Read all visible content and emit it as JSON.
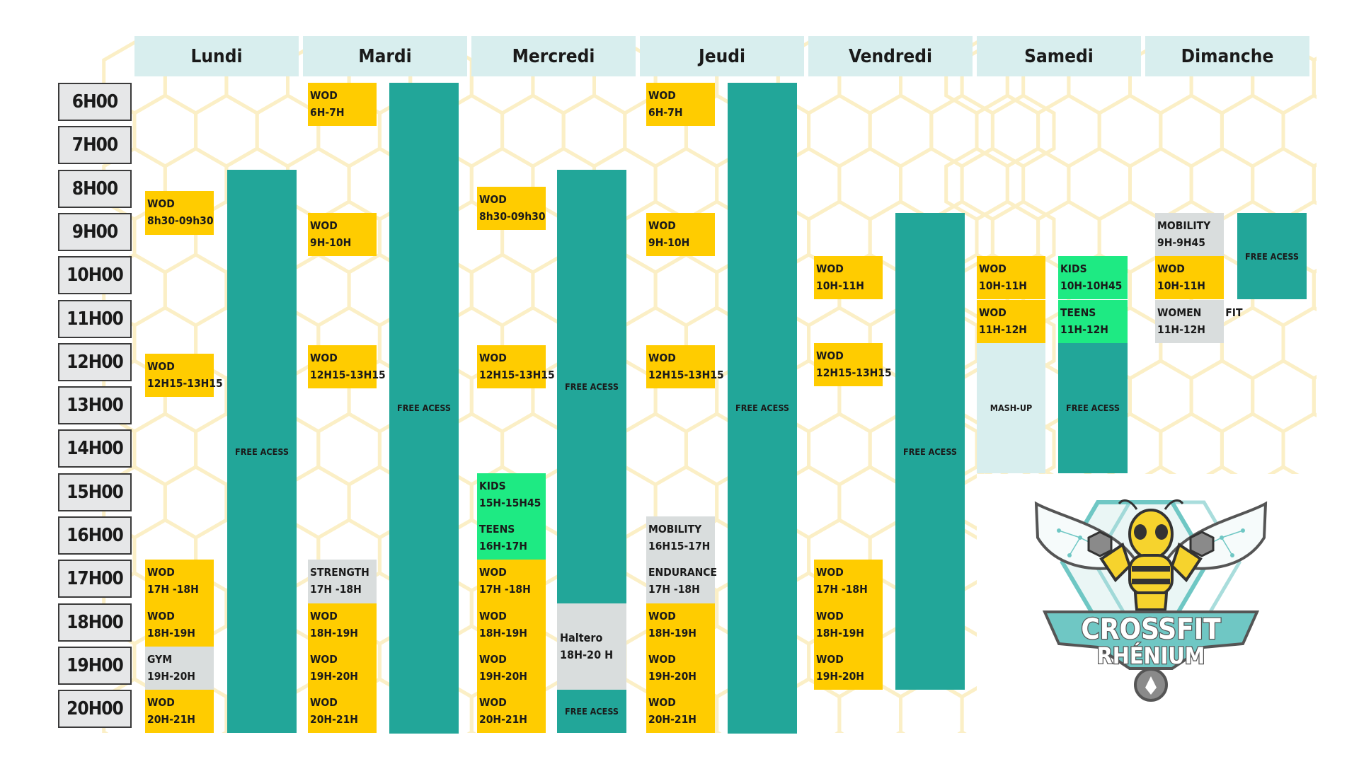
{
  "days": [
    "Lundi",
    "Mardi",
    "Mercredi",
    "Jeudi",
    "Vendredi",
    "Samedi",
    "Dimanche"
  ],
  "times": [
    "6H00",
    "7H00",
    "8H00",
    "9H00",
    "10H00",
    "11H00",
    "12H00",
    "13H00",
    "14H00",
    "15H00",
    "16H00",
    "17H00",
    "18H00",
    "19H00",
    "20H00"
  ],
  "blocks": [
    {
      "day": 0,
      "slot": 0,
      "start": 2.5,
      "end": 3.5,
      "category": "wod",
      "lines": [
        "WOD",
        "8h30-09h30"
      ]
    },
    {
      "day": 0,
      "slot": 1,
      "start": 2.0,
      "end": 15.0,
      "category": "free",
      "lines": [
        "FREE ACESS"
      ]
    },
    {
      "day": 0,
      "slot": 0,
      "start": 6.25,
      "end": 7.25,
      "category": "wod",
      "lines": [
        "WOD",
        "12H15-13H15"
      ]
    },
    {
      "day": 0,
      "slot": 0,
      "start": 11,
      "end": 12,
      "category": "wod",
      "lines": [
        "WOD",
        "17H -18H"
      ]
    },
    {
      "day": 0,
      "slot": 0,
      "start": 12,
      "end": 13,
      "category": "wod",
      "lines": [
        "WOD",
        "18H-19H"
      ]
    },
    {
      "day": 0,
      "slot": 0,
      "start": 13,
      "end": 14,
      "category": "grey",
      "lines": [
        "GYM",
        "19H-20H"
      ]
    },
    {
      "day": 0,
      "slot": 0,
      "start": 14,
      "end": 15,
      "category": "wod",
      "lines": [
        "WOD",
        "20H-21H"
      ]
    },
    {
      "day": 1,
      "slot": 0,
      "start": 0,
      "end": 1,
      "category": "wod",
      "lines": [
        "WOD",
        "6H-7H"
      ]
    },
    {
      "day": 1,
      "slot": 1,
      "start": 0,
      "end": 15,
      "category": "free",
      "lines": [
        "FREE ACESS"
      ]
    },
    {
      "day": 1,
      "slot": 0,
      "start": 3,
      "end": 4,
      "category": "wod",
      "lines": [
        "WOD",
        "9H-10H"
      ]
    },
    {
      "day": 1,
      "slot": 0,
      "start": 6.05,
      "end": 7.05,
      "category": "wod",
      "lines": [
        "WOD",
        "12H15-13H15"
      ]
    },
    {
      "day": 1,
      "slot": 0,
      "start": 11,
      "end": 12,
      "category": "grey",
      "lines": [
        "STRENGTH",
        "17H -18H"
      ]
    },
    {
      "day": 1,
      "slot": 0,
      "start": 12,
      "end": 13,
      "category": "wod",
      "lines": [
        "WOD",
        "18H-19H"
      ]
    },
    {
      "day": 1,
      "slot": 0,
      "start": 13,
      "end": 14,
      "category": "wod",
      "lines": [
        "WOD",
        "19H-20H"
      ]
    },
    {
      "day": 1,
      "slot": 0,
      "start": 14,
      "end": 15,
      "category": "wod",
      "lines": [
        "WOD",
        "20H-21H"
      ]
    },
    {
      "day": 2,
      "slot": 0,
      "start": 2.4,
      "end": 3.4,
      "category": "wod",
      "lines": [
        "WOD",
        "8h30-09h30"
      ]
    },
    {
      "day": 2,
      "slot": 1,
      "start": 2.0,
      "end": 12.0,
      "category": "free",
      "lines": [
        "FREE ACESS"
      ]
    },
    {
      "day": 2,
      "slot": 0,
      "start": 6.05,
      "end": 7.05,
      "category": "wod",
      "lines": [
        "WOD",
        "12H15-13H15"
      ]
    },
    {
      "day": 2,
      "slot": 0,
      "start": 9,
      "end": 10,
      "category": "kids",
      "lines": [
        "KIDS",
        "15H-15H45"
      ]
    },
    {
      "day": 2,
      "slot": 0,
      "start": 10,
      "end": 11,
      "category": "kids",
      "lines": [
        "TEENS",
        "16H-17H"
      ]
    },
    {
      "day": 2,
      "slot": 0,
      "start": 11,
      "end": 12,
      "category": "wod",
      "lines": [
        "WOD",
        "17H -18H"
      ]
    },
    {
      "day": 2,
      "slot": 0,
      "start": 12,
      "end": 13,
      "category": "wod",
      "lines": [
        "WOD",
        "18H-19H"
      ]
    },
    {
      "day": 2,
      "slot": 0,
      "start": 13,
      "end": 14,
      "category": "wod",
      "lines": [
        "WOD",
        "19H-20H"
      ]
    },
    {
      "day": 2,
      "slot": 0,
      "start": 14,
      "end": 15,
      "category": "wod",
      "lines": [
        "WOD",
        "20H-21H"
      ]
    },
    {
      "day": 2,
      "slot": 1,
      "start": 12,
      "end": 14,
      "category": "grey",
      "lines": [
        "Haltero",
        "18H-20 H"
      ]
    },
    {
      "day": 2,
      "slot": 1,
      "start": 14,
      "end": 15,
      "category": "free",
      "lines": [
        "FREE ACESS"
      ]
    },
    {
      "day": 3,
      "slot": 0,
      "start": 0,
      "end": 1,
      "category": "wod",
      "lines": [
        "WOD",
        "6H-7H"
      ]
    },
    {
      "day": 3,
      "slot": 1,
      "start": 0,
      "end": 15,
      "category": "free",
      "lines": [
        "FREE ACESS"
      ]
    },
    {
      "day": 3,
      "slot": 0,
      "start": 3,
      "end": 4,
      "category": "wod",
      "lines": [
        "WOD",
        "9H-10H"
      ]
    },
    {
      "day": 3,
      "slot": 0,
      "start": 6.05,
      "end": 7.05,
      "category": "wod",
      "lines": [
        "WOD",
        "12H15-13H15"
      ]
    },
    {
      "day": 3,
      "slot": 0,
      "start": 10,
      "end": 11,
      "category": "grey",
      "lines": [
        "MOBILITY",
        "16H15-17H"
      ]
    },
    {
      "day": 3,
      "slot": 0,
      "start": 11,
      "end": 12,
      "category": "grey",
      "lines": [
        "ENDURANCE",
        "17H -18H"
      ]
    },
    {
      "day": 3,
      "slot": 0,
      "start": 12,
      "end": 13,
      "category": "wod",
      "lines": [
        "WOD",
        "18H-19H"
      ]
    },
    {
      "day": 3,
      "slot": 0,
      "start": 13,
      "end": 14,
      "category": "wod",
      "lines": [
        "WOD",
        "19H-20H"
      ]
    },
    {
      "day": 3,
      "slot": 0,
      "start": 14,
      "end": 15,
      "category": "wod",
      "lines": [
        "WOD",
        "20H-21H"
      ]
    },
    {
      "day": 4,
      "slot": 0,
      "start": 4,
      "end": 5,
      "category": "wod",
      "lines": [
        "WOD",
        "10H-11H"
      ]
    },
    {
      "day": 4,
      "slot": 1,
      "start": 3,
      "end": 14,
      "category": "free",
      "lines": [
        "FREE ACESS"
      ]
    },
    {
      "day": 4,
      "slot": 0,
      "start": 6,
      "end": 7,
      "category": "wod",
      "lines": [
        "WOD",
        "12H15-13H15"
      ]
    },
    {
      "day": 4,
      "slot": 0,
      "start": 11,
      "end": 12,
      "category": "wod",
      "lines": [
        "WOD",
        "17H -18H"
      ]
    },
    {
      "day": 4,
      "slot": 0,
      "start": 12,
      "end": 13,
      "category": "wod",
      "lines": [
        "WOD",
        "18H-19H"
      ]
    },
    {
      "day": 4,
      "slot": 0,
      "start": 13,
      "end": 14,
      "category": "wod",
      "lines": [
        "WOD",
        "19H-20H"
      ]
    },
    {
      "day": 5,
      "slot": 0,
      "start": 4,
      "end": 5,
      "category": "wod",
      "lines": [
        "WOD",
        "10H-11H"
      ]
    },
    {
      "day": 5,
      "slot": 0,
      "start": 5,
      "end": 6,
      "category": "wod",
      "lines": [
        "WOD",
        "11H-12H"
      ]
    },
    {
      "day": 5,
      "slot": 0,
      "start": 6,
      "end": 9,
      "category": "light",
      "lines": [
        "MASH-UP"
      ]
    },
    {
      "day": 5,
      "slot": 1,
      "start": 4,
      "end": 5,
      "category": "kids",
      "lines": [
        "KIDS",
        "10H-10H45"
      ]
    },
    {
      "day": 5,
      "slot": 1,
      "start": 5,
      "end": 6,
      "category": "kids",
      "lines": [
        "TEENS",
        "11H-12H"
      ]
    },
    {
      "day": 5,
      "slot": 1,
      "start": 6,
      "end": 9,
      "category": "free",
      "lines": [
        "FREE ACESS"
      ]
    },
    {
      "day": 6,
      "slot": 0,
      "start": 3,
      "end": 4,
      "category": "grey",
      "lines": [
        "MOBILITY",
        "9H-9H45"
      ]
    },
    {
      "day": 6,
      "slot": 0,
      "start": 4,
      "end": 5,
      "category": "wod",
      "lines": [
        "WOD",
        "10H-11H"
      ]
    },
    {
      "day": 6,
      "slot": 0,
      "start": 5,
      "end": 6,
      "category": "grey",
      "lines": [
        "WOMEN       FIT",
        "11H-12H"
      ]
    },
    {
      "day": 6,
      "slot": 1,
      "start": 3,
      "end": 5,
      "category": "free",
      "lines": [
        "FREE ACESS"
      ]
    }
  ],
  "logo": {
    "line1": "CROSSFIT",
    "line2": "RHÉNIUM"
  },
  "colors": {
    "wod": "#ffcc00",
    "free": "#22a699",
    "kids": "#1eea83",
    "grey": "#d9dddd",
    "light": "#d8eeee",
    "header": "#d8eeee",
    "honeycomb": "#fbefc6"
  }
}
